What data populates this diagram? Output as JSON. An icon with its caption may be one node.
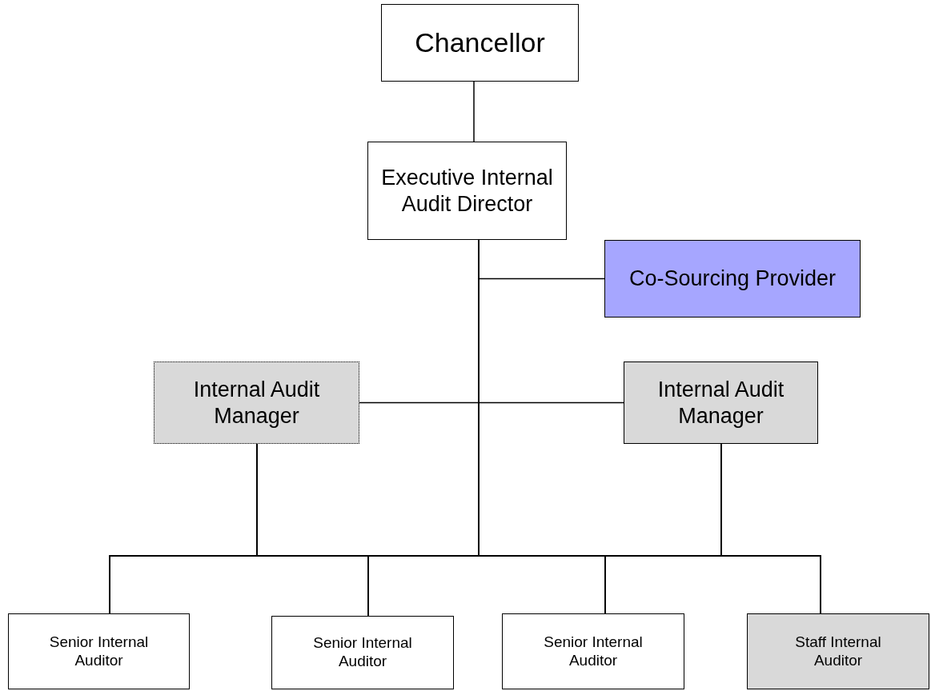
{
  "diagram": {
    "nodes": [
      {
        "text": [
          "Chancellor"
        ]
      },
      {
        "text": [
          "Executive Internal Audit Director"
        ]
      },
      {
        "text": [
          "Co-Sourcing Provider"
        ]
      },
      {
        "text": [
          "Internal Audit Manager"
        ]
      },
      {
        "text": [
          "Internal Audit Manager"
        ]
      },
      {
        "text": [
          "Senior Internal Auditor"
        ]
      },
      {
        "text": [
          "Senior Internal Auditor"
        ]
      },
      {
        "text": [
          "Senior Internal Auditor"
        ]
      },
      {
        "text": [
          "Staff  Internal Auditor"
        ]
      }
    ],
    "edges": [
      {
        "from": 0,
        "to": 1,
        "arrow": "none"
      },
      {
        "from": 1,
        "to": 2,
        "arrow": "none"
      },
      {
        "from": 1,
        "to": 3,
        "arrow": "none"
      },
      {
        "from": 1,
        "to": 4,
        "arrow": "none"
      },
      {
        "from": 1,
        "to": 5,
        "arrow": "none"
      },
      {
        "from": 1,
        "to": 6,
        "arrow": "none"
      },
      {
        "from": 1,
        "to": 7,
        "arrow": "none"
      },
      {
        "from": 1,
        "to": 8,
        "arrow": "none"
      },
      {
        "from": 3,
        "to": 5,
        "arrow": "none"
      },
      {
        "from": 3,
        "to": 6,
        "arrow": "none"
      },
      {
        "from": 3,
        "to": 7,
        "arrow": "none"
      },
      {
        "from": 3,
        "to": 8,
        "arrow": "none"
      },
      {
        "from": 4,
        "to": 5,
        "arrow": "none"
      },
      {
        "from": 4,
        "to": 6,
        "arrow": "none"
      },
      {
        "from": 4,
        "to": 7,
        "arrow": "none"
      },
      {
        "from": 4,
        "to": 8,
        "arrow": "none"
      }
    ]
  }
}
